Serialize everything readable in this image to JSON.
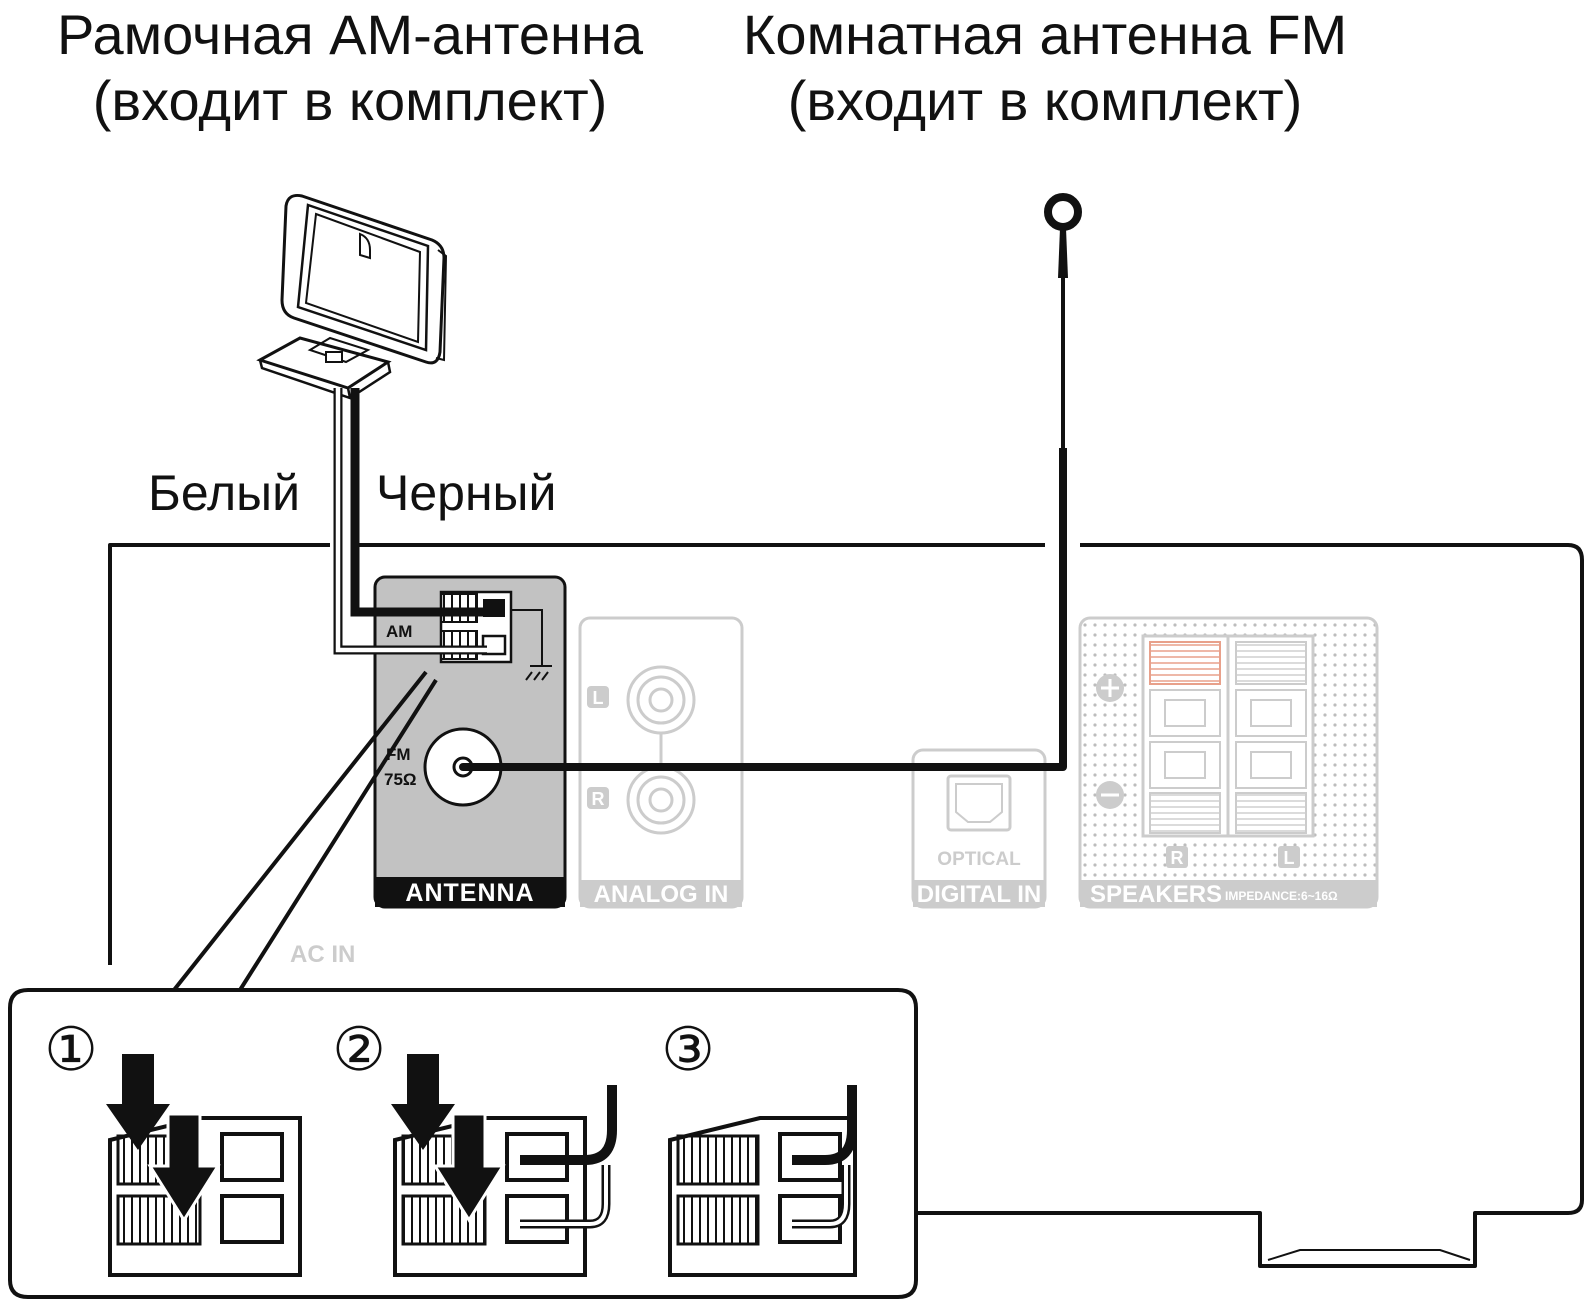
{
  "labels": {
    "am_title_line1": "Рамочная АМ-антенна",
    "am_title_line2": "(входит в комплект)",
    "fm_title_line1": "Комнатная антенна FM",
    "fm_title_line2": "(входит в комплект)",
    "wire_white": "Белый",
    "wire_black": "Черный"
  },
  "panel": {
    "antenna_section": "ANTENNA",
    "am_terminal": "AM",
    "fm_terminal_line1": "FM",
    "fm_terminal_line2": "75Ω",
    "analog_section": "ANALOG IN",
    "analog_left": "L",
    "analog_right": "R",
    "optical_label": "OPTICAL",
    "digital_section": "DIGITAL IN",
    "speakers_section": "SPEAKERS",
    "impedance": "IMPEDANCE:6~16Ω",
    "speaker_right": "R",
    "speaker_left": "L",
    "ac_in": "AC IN"
  },
  "steps": {
    "step1": "①",
    "step2": "②",
    "step3": "③"
  },
  "colors": {
    "antenna_panel": "#c2c2c2",
    "faded": "#cccccc",
    "speaker_accent": "#e8a08a",
    "ink": "#111111"
  }
}
